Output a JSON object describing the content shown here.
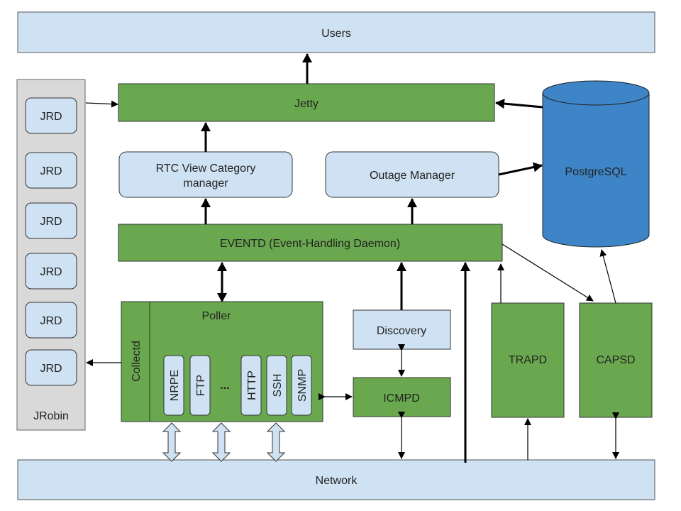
{
  "colors": {
    "light_blue": "#cfe2f3",
    "green": "#6aa84f",
    "gray": "#d9d9d9",
    "db_blue": "#3d85c6",
    "stroke": "#000000"
  },
  "boxes": {
    "users": "Users",
    "jetty": "Jetty",
    "rtc_line1": "RTC View Category",
    "rtc_line2": "manager",
    "outage": "Outage Manager",
    "postgres": "PostgreSQL",
    "eventd": "EVENTD (Event-Handling Daemon)",
    "poller": "Poller",
    "collectd": "Collectd",
    "discovery": "Discovery",
    "icmpd": "ICMPD",
    "trapd": "TRAPD",
    "capsd": "CAPSD",
    "network": "Network",
    "jrobin": "JRobin",
    "jrd": [
      "JRD",
      "JRD",
      "JRD",
      "JRD",
      "JRD",
      "JRD"
    ],
    "protocols": [
      "NRPE",
      "FTP",
      "HTTP",
      "SSH",
      "SNMP"
    ],
    "ellipsis": "..."
  }
}
